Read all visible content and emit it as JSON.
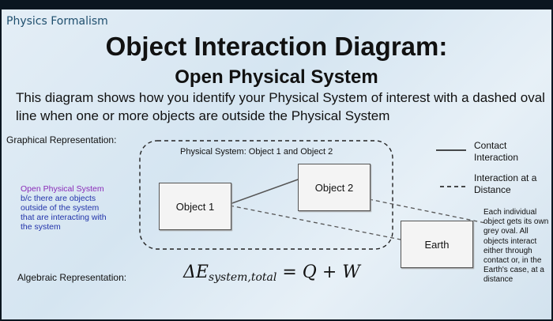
{
  "header": {
    "course": "Physics Formalism",
    "title": "Object Interaction Diagram:",
    "subtitle": "Open Physical System",
    "description": "This diagram shows how you identify your Physical System of interest with a dashed oval line when one or more objects are outside the Physical System"
  },
  "diagram": {
    "graphical_label": "Graphical Representation:",
    "system_label": "Physical System: Object 1 and Object 2",
    "objects": [
      "Object 1",
      "Object 2",
      "Earth"
    ],
    "side_note_highlight": "Open Physical System",
    "side_note_rest": "b/c there are objects outside of the system that are interacting with the system",
    "right_note": "Each individual object gets its own grey oval. All objects interact either through contact or, in the Earth's case, at a distance"
  },
  "legend": {
    "contact": "Contact Interaction",
    "distance": "Interaction at a Distance"
  },
  "algebra": {
    "label": "Algebraic Representation:",
    "eq_main": "ΔE",
    "eq_sub": "system,total",
    "eq_rest": " = Q + W"
  }
}
